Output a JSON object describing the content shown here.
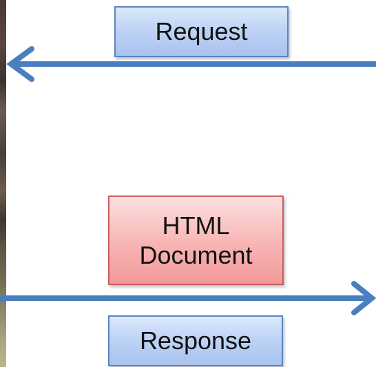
{
  "diagram": {
    "request_label": "Request",
    "document_label_line1": "HTML",
    "document_label_line2": "Document",
    "response_label": "Response",
    "colors": {
      "arrow": "#4a7ebf",
      "request_fill": "#bed3f5",
      "document_fill": "#f8b4b4",
      "response_fill": "#bed3f5"
    }
  }
}
